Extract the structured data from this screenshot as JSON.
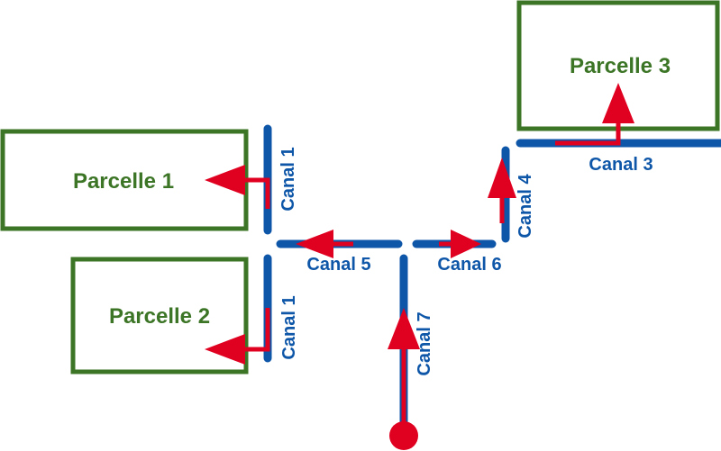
{
  "colors": {
    "parcel_border": "#3c7526",
    "parcel_text": "#3c7526",
    "canal": "#0e56a8",
    "canal_text": "#0e56a8",
    "flow_arrow": "#e00020",
    "background": "#ffffff"
  },
  "parcels": {
    "p1": "Parcelle 1",
    "p2": "Parcelle 2",
    "p3": "Parcelle 3"
  },
  "canals": {
    "c1_upper": "Canal 1",
    "c1_lower": "Canal 1",
    "c3": "Canal 3",
    "c4": "Canal 4",
    "c5": "Canal 5",
    "c6": "Canal 6",
    "c7": "Canal 7"
  }
}
